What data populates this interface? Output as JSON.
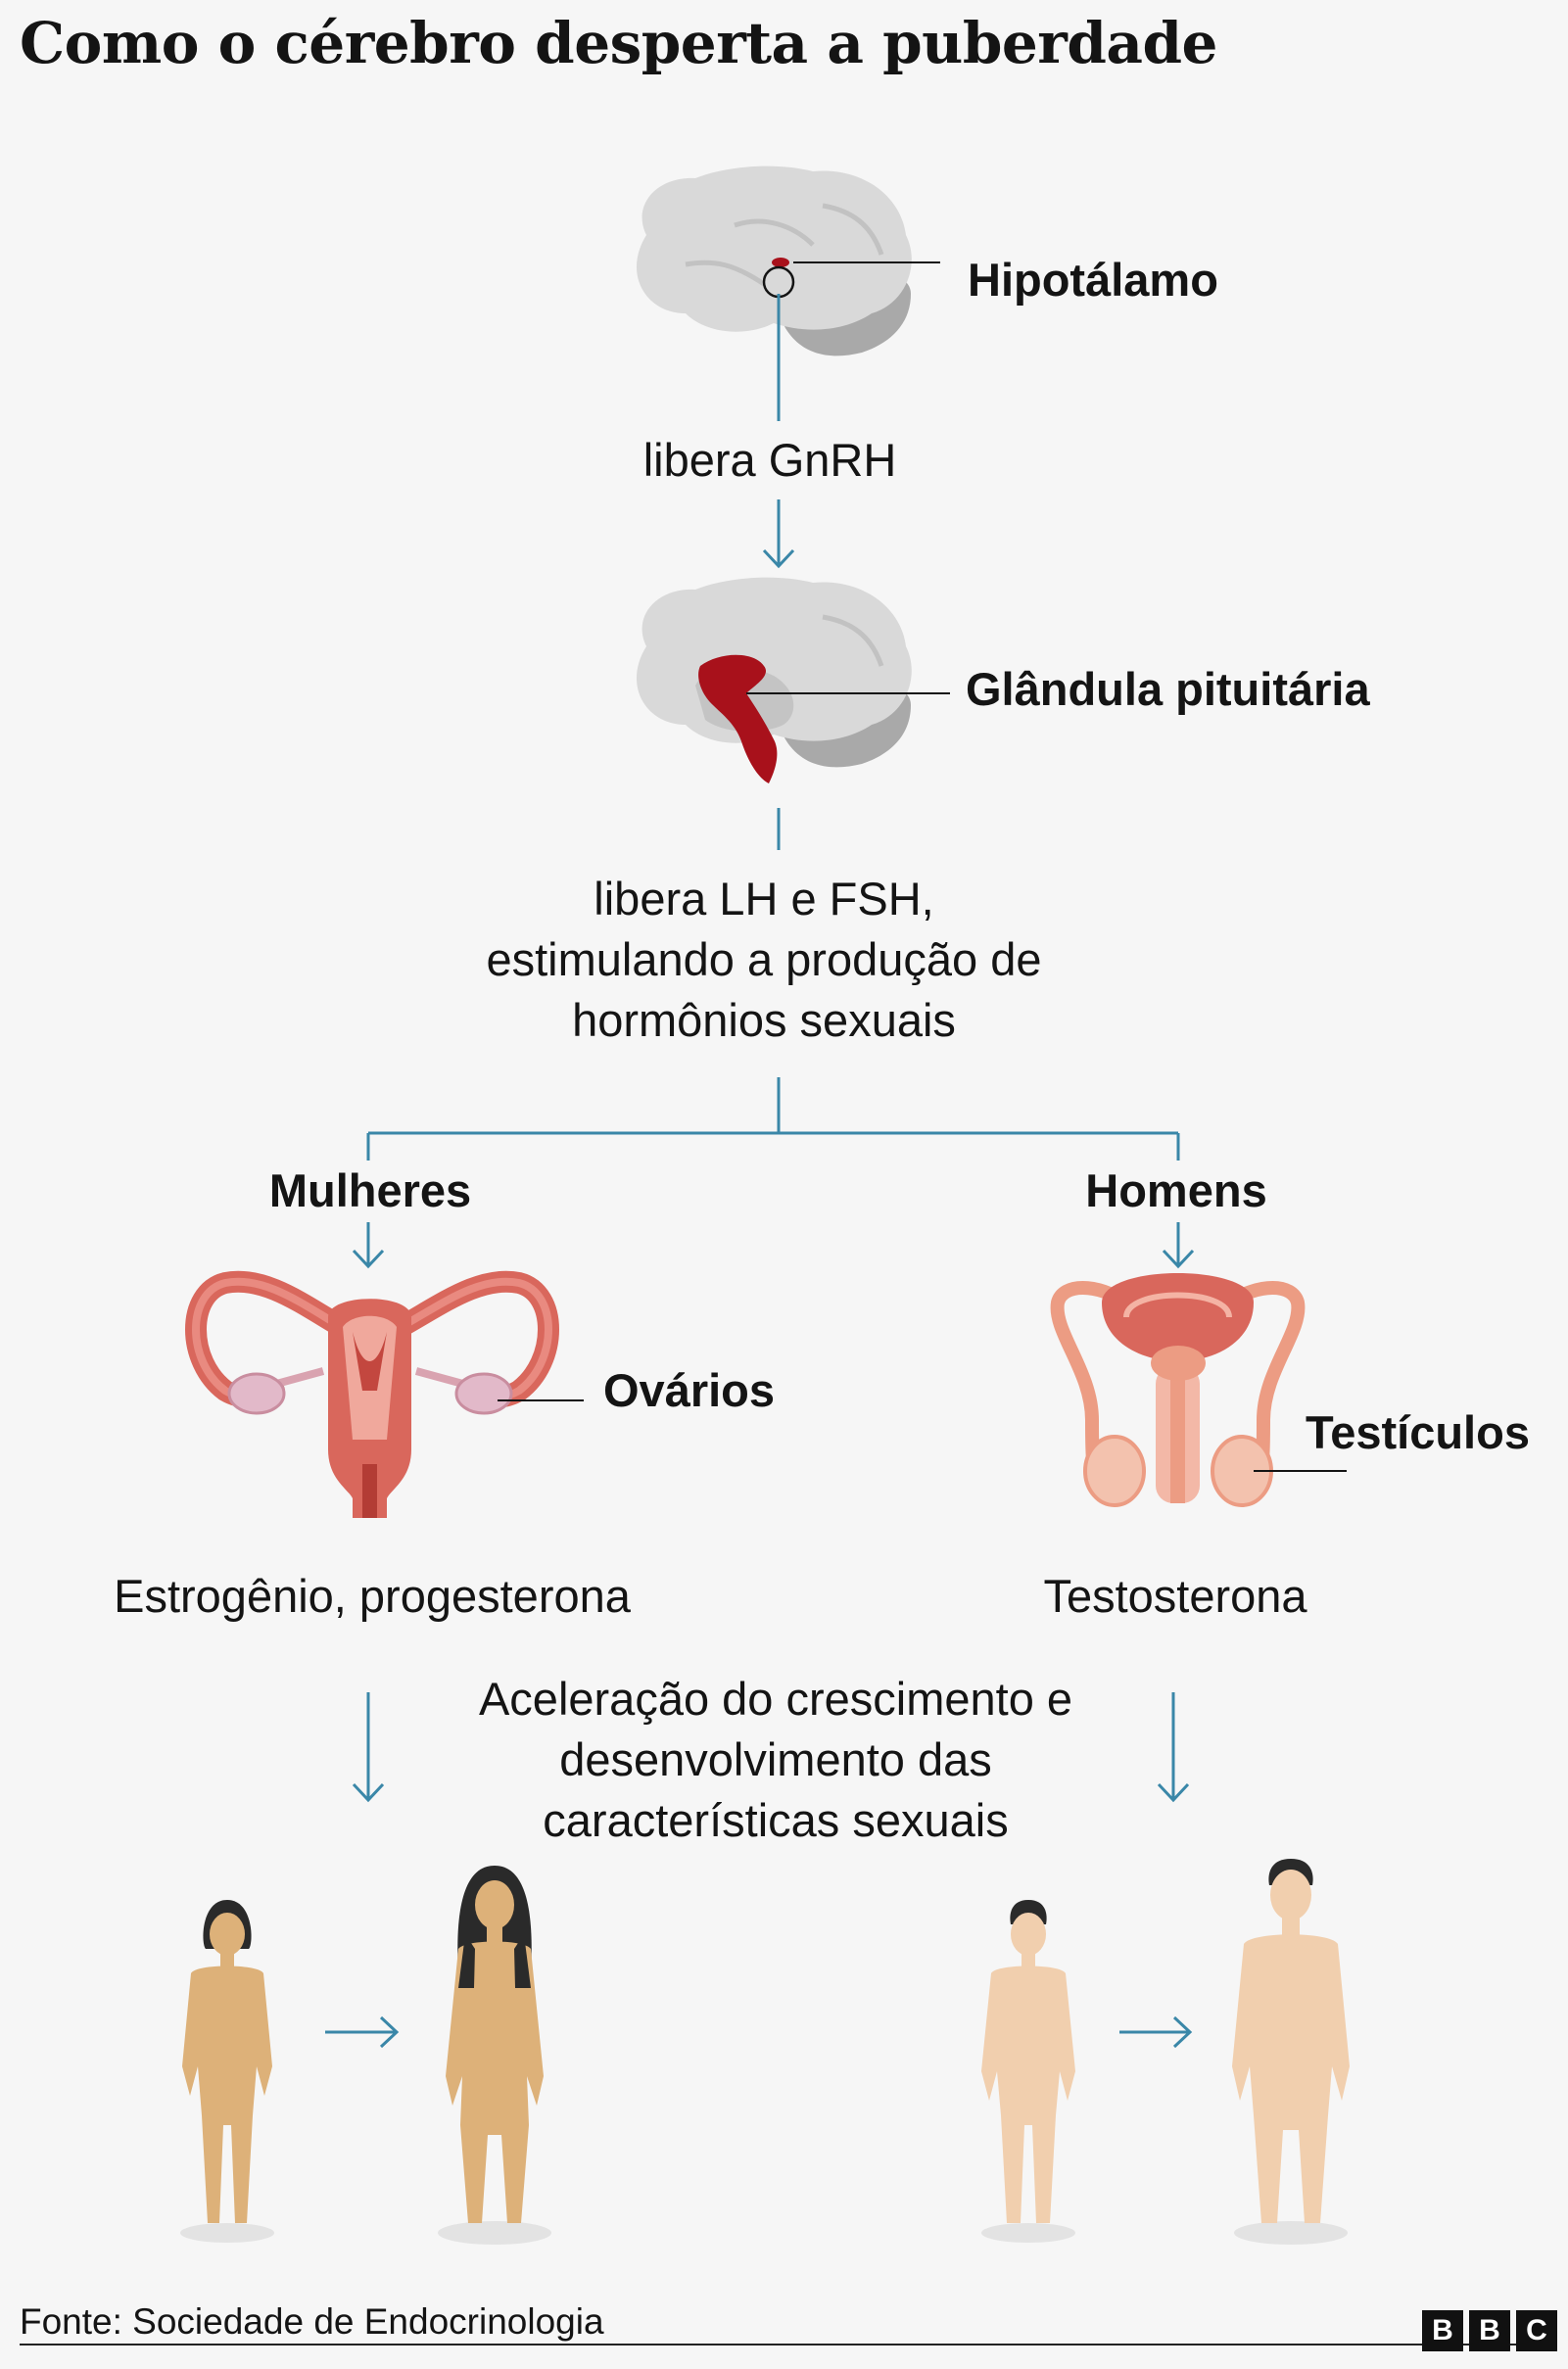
{
  "title": "Como o cérebro desperta a puberdade",
  "labels": {
    "hypothalamus": "Hipotálamo",
    "step1": "libera GnRH",
    "pituitary": "Glândula pituitária",
    "step2_lines": [
      "libera LH e FSH,",
      "estimulando a produção de",
      "hormônios sexuais"
    ],
    "women": "Mulheres",
    "men": "Homens",
    "ovaries": "Ovários",
    "testicles": "Testículos",
    "women_hormones": "Estrogênio, progesterona",
    "men_hormones": "Testosterona",
    "effect_lines": [
      "Aceleração do crescimento e",
      "desenvolvimento das",
      "características sexuais"
    ]
  },
  "footer": {
    "source": "Fonte: Sociedade de Endocrinologia",
    "logo_letters": [
      "B",
      "B",
      "C"
    ]
  },
  "colors": {
    "brain_light": "#d9d9d9",
    "brain_dark": "#a9a9a9",
    "pituitary_red": "#a8111b",
    "connector_blue": "#3a87a8",
    "uterus": "#d9675c",
    "ovary": "#e2b9c9",
    "male_organs": "#ec9c83",
    "female_skin": "#ddb179",
    "male_skin": "#f1cfae"
  },
  "icons": [
    "brain-icon",
    "uterus-icon",
    "male-reproductive-icon",
    "girl-figure-icon",
    "woman-figure-icon",
    "boy-figure-icon",
    "man-figure-icon"
  ]
}
